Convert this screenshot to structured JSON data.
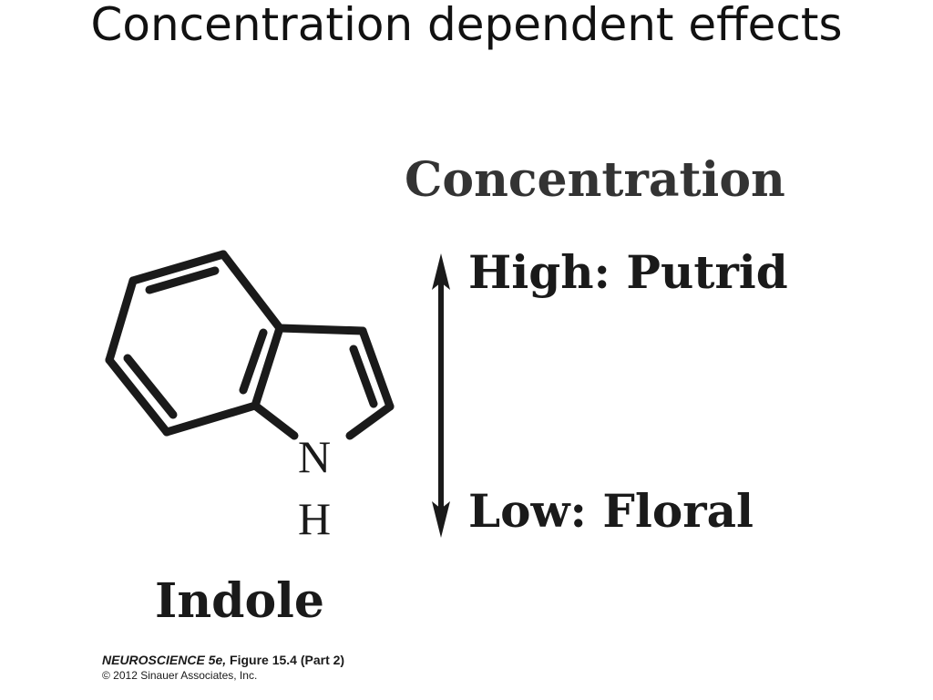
{
  "slide": {
    "title": "Concentration dependent effects"
  },
  "molecule": {
    "atom_n": "N",
    "atom_h": "H",
    "name": "Indole",
    "bond_color": "#1a1a1a"
  },
  "scale": {
    "heading": "Concentration",
    "high_label": "High: Putrid",
    "low_label": "Low: Floral",
    "arrow_color": "#1a1a1a"
  },
  "credit": {
    "book": "NEUROSCIENCE 5e,",
    "figure": "Figure 15.4 (Part 2)",
    "copyright": "© 2012 Sinauer Associates, Inc."
  }
}
